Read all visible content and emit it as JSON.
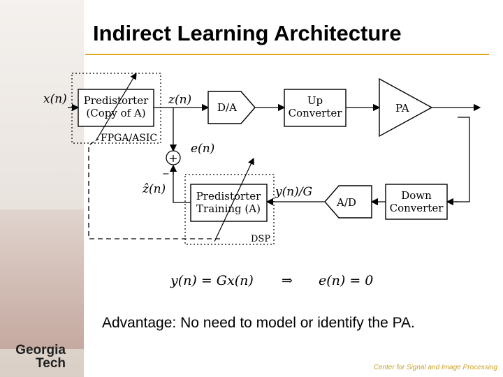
{
  "slide": {
    "title": "Indirect Learning Architecture",
    "advantage": "Advantage: No need to model or identify the PA.",
    "footer": "Center for Signal and Image Processing",
    "logo_line1": "Georgia",
    "logo_line2": "Tech"
  },
  "diagram": {
    "signals": {
      "x": "x(n)",
      "z": "z(n)",
      "e": "e(n)",
      "zhat": "ẑ(n)",
      "y_over_g": "y(n)/G"
    },
    "blocks": {
      "predistorter_line1": "Predistorter",
      "predistorter_line2": "(Copy of A)",
      "fpga_label": "FPGA/ASIC",
      "da": "D/A",
      "up_line1": "Up",
      "up_line2": "Converter",
      "pa": "PA",
      "training_line1": "Predistorter",
      "training_line2": "Training (A)",
      "dsp_label": "DSP",
      "ad": "A/D",
      "down_line1": "Down",
      "down_line2": "Converter"
    },
    "summer": {
      "plus": "+",
      "minus": "−"
    },
    "equation": {
      "left": "y(n) = Gx(n)",
      "implies": "⇒",
      "right": "e(n) = 0"
    }
  },
  "colors": {
    "title_rule": "#e0a81e",
    "footer": "#c9a227"
  }
}
